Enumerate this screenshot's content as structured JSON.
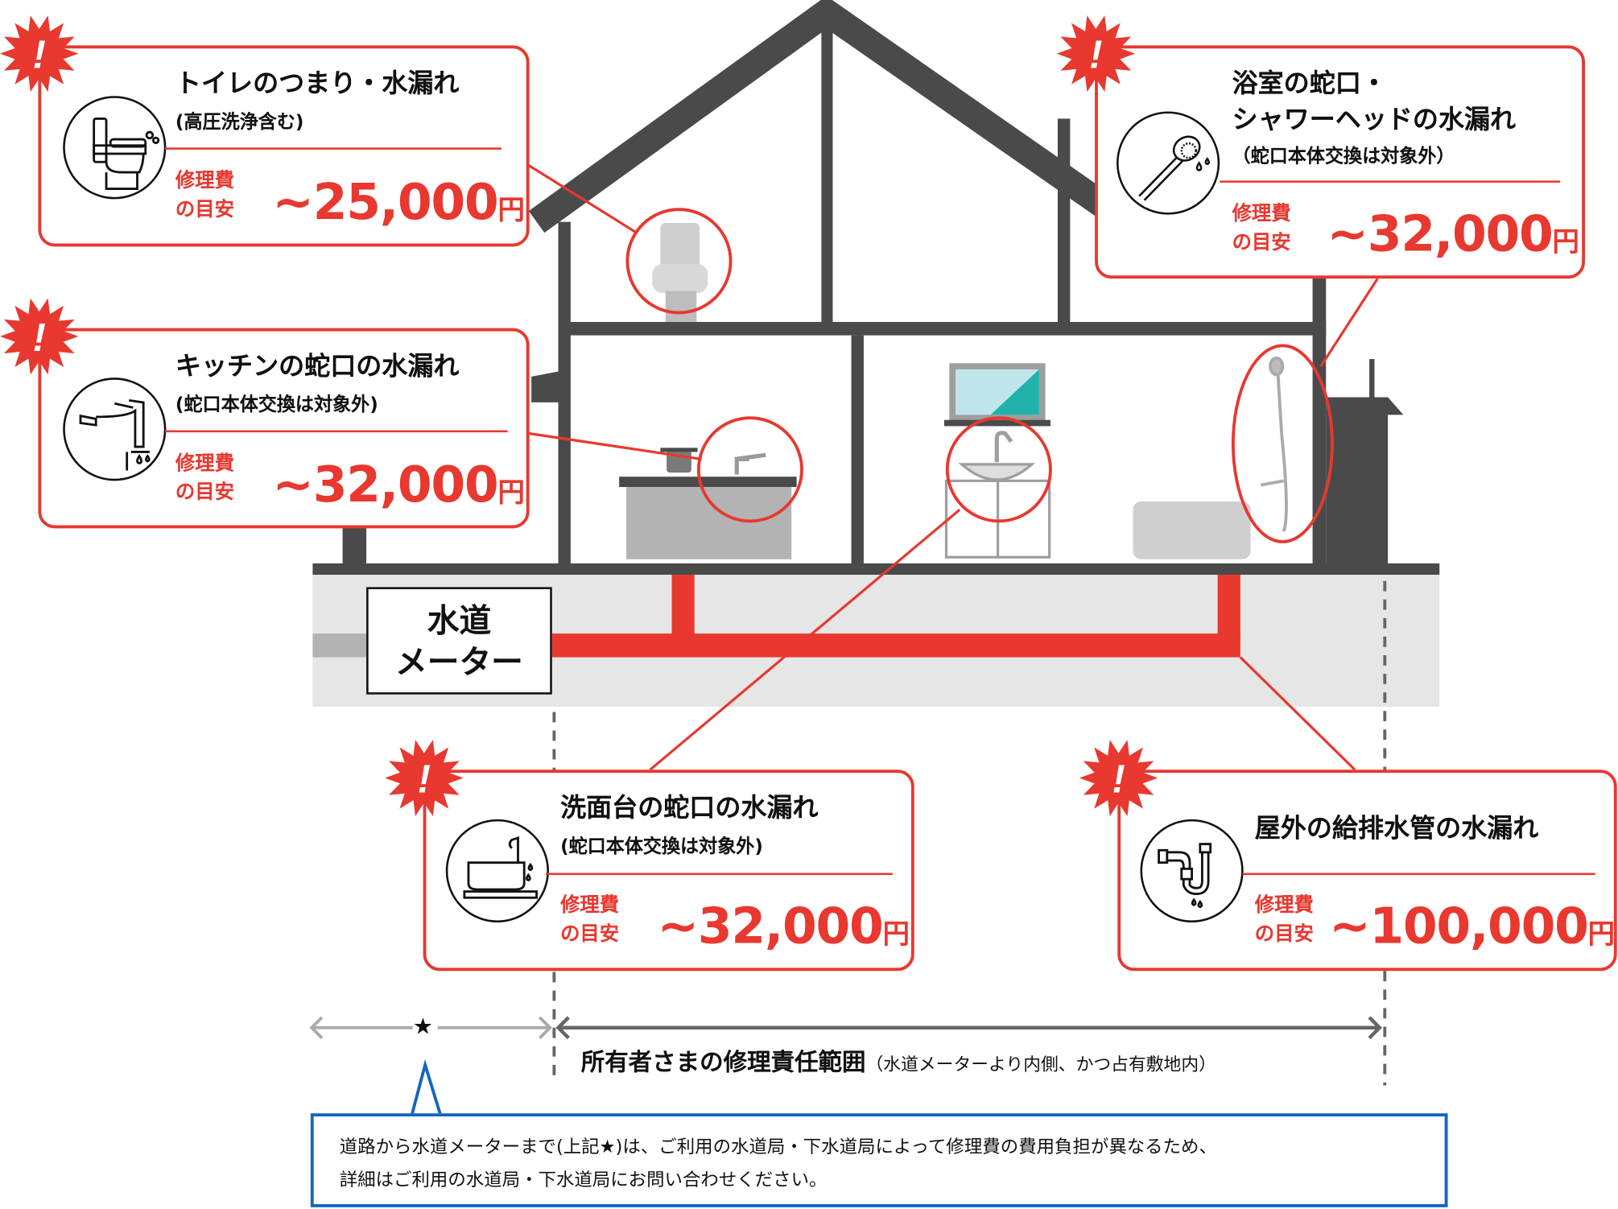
{
  "colors": {
    "accent": "#e8382f",
    "house": "#4a4a4a",
    "note_border": "#1565c0",
    "ground": "#e6e6e6"
  },
  "cost_label_line1": "修理費",
  "cost_label_line2": "の目安",
  "yen": "円",
  "alert_mark": "!",
  "cards": [
    {
      "title": "トイレのつまり・水漏れ",
      "sub": "(高圧洗浄含む)",
      "price": "~25,000",
      "icon": "toilet-icon"
    },
    {
      "title_line1": "浴室の蛇口・",
      "title_line2": "シャワーヘッドの水漏れ",
      "sub": "（蛇口本体交換は対象外）",
      "price": "~32,000",
      "icon": "shower-head-icon"
    },
    {
      "title": "キッチンの蛇口の水漏れ",
      "sub": "(蛇口本体交換は対象外)",
      "price": "~32,000",
      "icon": "kitchen-faucet-icon"
    },
    {
      "title": "洗面台の蛇口の水漏れ",
      "sub": "(蛇口本体交換は対象外)",
      "price": "~32,000",
      "icon": "washbasin-icon"
    },
    {
      "title": "屋外の給排水管の水漏れ",
      "price": "~100,000",
      "icon": "drain-pipe-icon"
    }
  ],
  "meter": {
    "line1": "水道",
    "line2": "メーター"
  },
  "star": "★",
  "responsibility": {
    "main": "所有者さまの修理責任範囲",
    "note": "（水道メーターより内側、かつ占有敷地内）"
  },
  "note": {
    "line1": "道路から水道メーターまで(上記★)は、ご利用の水道局・下水道局によって修理費の費用負担が異なるため、",
    "line2": "詳細はご利用の水道局・下水道局にお問い合わせください。"
  }
}
